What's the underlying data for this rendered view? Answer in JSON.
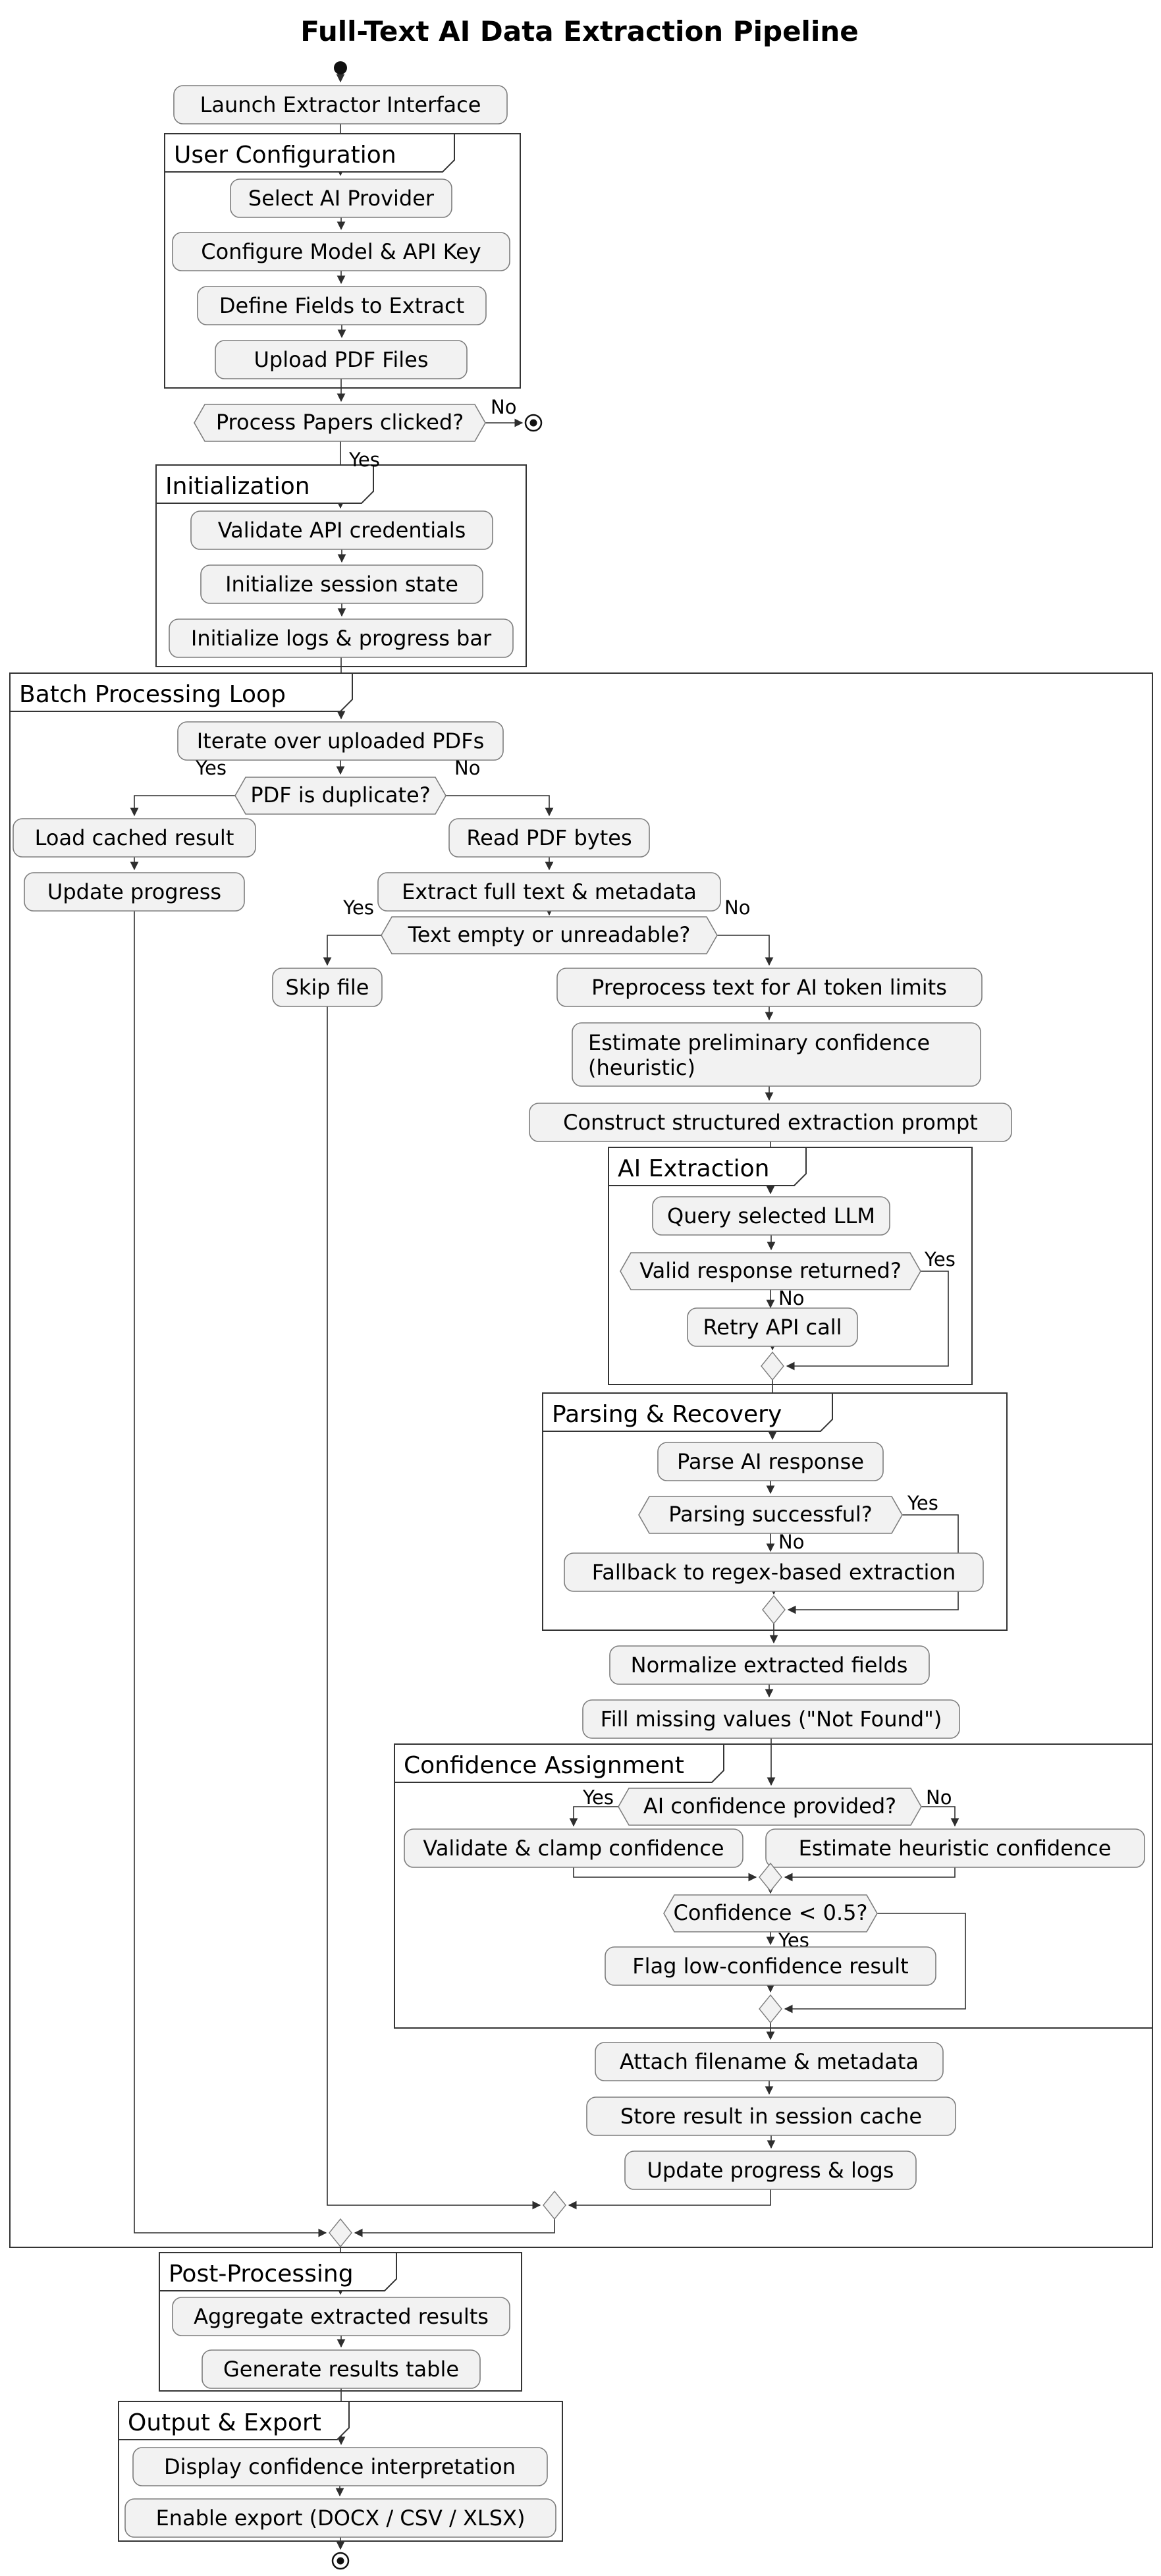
{
  "title": "Full-Text AI Data Extraction Pipeline",
  "partitions": {
    "user_configuration": "User Configuration",
    "initialization": "Initialization",
    "batch_loop": "Batch Processing Loop",
    "ai_extraction": "AI Extraction",
    "parsing_recovery": "Parsing & Recovery",
    "confidence_assignment": "Confidence Assignment",
    "post_processing": "Post-Processing",
    "output_export": "Output & Export"
  },
  "activities": {
    "launch": "Launch Extractor Interface",
    "select_provider": "Select AI Provider",
    "configure_model": "Configure Model & API Key",
    "define_fields": "Define Fields to Extract",
    "upload_pdfs": "Upload PDF Files",
    "validate_api": "Validate API credentials",
    "init_session": "Initialize session state",
    "init_logs": "Initialize logs & progress bar",
    "iterate_pdfs": "Iterate over uploaded PDFs",
    "load_cached": "Load cached result",
    "update_progress": "Update progress",
    "read_bytes": "Read PDF bytes",
    "extract_text": "Extract full text & metadata",
    "skip_file": "Skip file",
    "preprocess_text": "Preprocess text for AI token limits",
    "estimate_confidence_l1": "Estimate preliminary confidence",
    "estimate_confidence_l2": "(heuristic)",
    "construct_prompt": "Construct structured extraction prompt",
    "query_llm": "Query selected LLM",
    "retry_api": "Retry API call",
    "parse_response": "Parse AI response",
    "fallback_regex": "Fallback to regex-based extraction",
    "normalize_fields": "Normalize extracted fields",
    "fill_missing": "Fill missing values (\"Not Found\")",
    "validate_clamp": "Validate & clamp confidence",
    "estimate_heuristic": "Estimate heuristic confidence",
    "flag_low_confidence": "Flag low-confidence result",
    "attach_metadata": "Attach filename & metadata",
    "store_result": "Store result in session cache",
    "update_progress_logs": "Update progress & logs",
    "aggregate_results": "Aggregate extracted results",
    "generate_table": "Generate results table",
    "display_interpretation": "Display confidence interpretation",
    "enable_export": "Enable export (DOCX / CSV / XLSX)"
  },
  "decisions": {
    "process_clicked": "Process Papers clicked?",
    "pdf_duplicate": "PDF is duplicate?",
    "text_empty": "Text empty or unreadable?",
    "valid_response": "Valid response returned?",
    "parsing_successful": "Parsing successful?",
    "ai_confidence": "AI confidence provided?",
    "confidence_low": "Confidence < 0.5?"
  },
  "labels": {
    "yes": "Yes",
    "no": "No"
  }
}
